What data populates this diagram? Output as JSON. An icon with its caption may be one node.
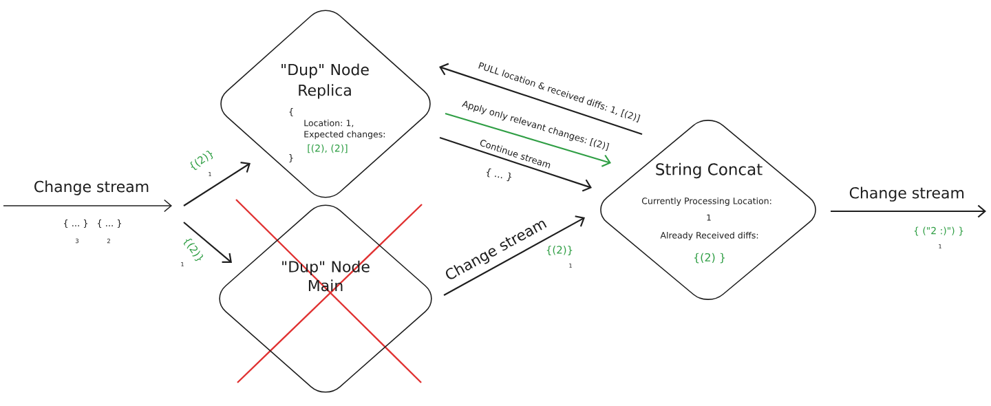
{
  "diagram": {
    "nodes": [
      {
        "text": [
          "\"Dup\" Node Replica",
          "{",
          "Location: 1, Expected changes:",
          "[(2), (2)]",
          "}"
        ]
      },
      {
        "text": [
          "\"Dup\" Node Main"
        ]
      },
      {
        "text": [
          "String Concat",
          "Currently Processing Location:",
          "1",
          "Already Received diffs:",
          "{(2) }"
        ]
      }
    ],
    "edges": [
      {
        "from": null,
        "to": 0,
        "arrow": "to"
      },
      {
        "from": null,
        "to": 1,
        "arrow": "to"
      },
      {
        "from": 2,
        "to": 0,
        "arrow": "to",
        "label": "PULL location & received diffs: 1, [(2)]"
      },
      {
        "from": 0,
        "to": 2,
        "arrow": "to",
        "label": "Apply only relevant changes: [(2)]",
        "color": "#2f9e44"
      },
      {
        "from": 0,
        "to": 2,
        "arrow": "to",
        "label": "Continue stream"
      },
      {
        "from": 1,
        "to": 2,
        "arrow": "to",
        "label": "Change stream"
      },
      {
        "from": 2,
        "to": null,
        "arrow": "to",
        "label": "Change stream"
      }
    ],
    "labels": [
      "Change stream",
      "{ ... }",
      "{ ... }",
      "3",
      "2",
      "{(2)}",
      "1",
      "{(2)}",
      "1",
      "{ ... }",
      "{(2)}",
      "1",
      "{ (\"2 :)\") }",
      "1"
    ]
  }
}
